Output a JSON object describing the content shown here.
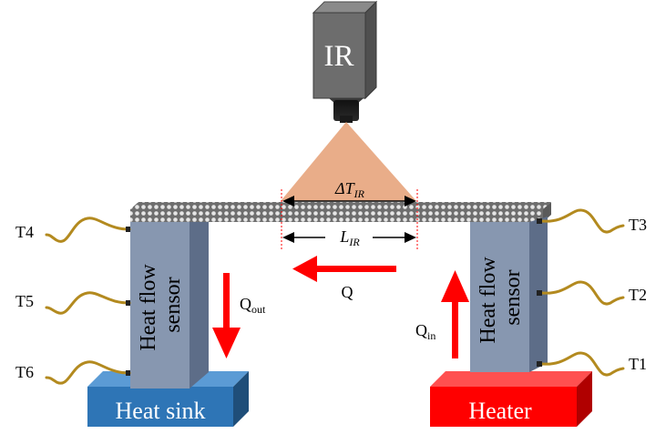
{
  "camera": {
    "label": "IR"
  },
  "measurement": {
    "delta_t_symbol": "ΔT",
    "delta_t_subscript": "IR",
    "length_symbol": "L",
    "length_subscript": "IR"
  },
  "heat_flow": {
    "q_label": "Q",
    "q_in_main": "Q",
    "q_in_sub": "in",
    "q_out_main": "Q",
    "q_out_sub": "out"
  },
  "left_column": {
    "sensor_line1": "Heat flow",
    "sensor_line2": "sensor",
    "base_label": "Heat sink",
    "thermocouples": [
      "T4",
      "T5",
      "T6"
    ]
  },
  "right_column": {
    "sensor_line1": "Heat flow",
    "sensor_line2": "sensor",
    "base_label": "Heater",
    "thermocouples": [
      "T3",
      "T2",
      "T1"
    ]
  },
  "colors": {
    "camera_body": "#6d6d6d",
    "beam": "#e7a67f",
    "sensor": "#8797b0",
    "heat_sink": "#2e75b6",
    "heater": "#ff0000",
    "arrow": "#ff0000",
    "wire": "#b38a1f"
  }
}
